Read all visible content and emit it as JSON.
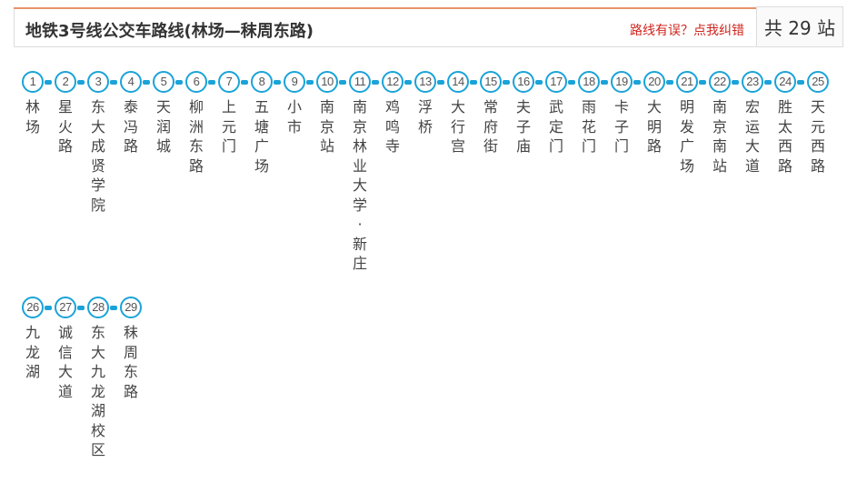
{
  "header": {
    "title": "地铁3号线公交车路线(林场—秣周东路)",
    "report_link": "路线有误？点我纠错",
    "station_count": "共 29 站"
  },
  "colors": {
    "accent": "#e8936a",
    "line": "#1aa3d8",
    "link": "#d0241d"
  },
  "stations": [
    {
      "num": "1",
      "name": "林场"
    },
    {
      "num": "2",
      "name": "星火路"
    },
    {
      "num": "3",
      "name": "东大成贤学院"
    },
    {
      "num": "4",
      "name": "泰冯路"
    },
    {
      "num": "5",
      "name": "天润城"
    },
    {
      "num": "6",
      "name": "柳洲东路"
    },
    {
      "num": "7",
      "name": "上元门"
    },
    {
      "num": "8",
      "name": "五塘广场"
    },
    {
      "num": "9",
      "name": "小市"
    },
    {
      "num": "10",
      "name": "南京站"
    },
    {
      "num": "11",
      "name": "南京林业大学·新庄"
    },
    {
      "num": "12",
      "name": "鸡鸣寺"
    },
    {
      "num": "13",
      "name": "浮桥"
    },
    {
      "num": "14",
      "name": "大行宫"
    },
    {
      "num": "15",
      "name": "常府街"
    },
    {
      "num": "16",
      "name": "夫子庙"
    },
    {
      "num": "17",
      "name": "武定门"
    },
    {
      "num": "18",
      "name": "雨花门"
    },
    {
      "num": "19",
      "name": "卡子门"
    },
    {
      "num": "20",
      "name": "大明路"
    },
    {
      "num": "21",
      "name": "明发广场"
    },
    {
      "num": "22",
      "name": "南京南站"
    },
    {
      "num": "23",
      "name": "宏运大道"
    },
    {
      "num": "24",
      "name": "胜太西路"
    },
    {
      "num": "25",
      "name": "天元西路"
    },
    {
      "num": "26",
      "name": "九龙湖"
    },
    {
      "num": "27",
      "name": "诚信大道"
    },
    {
      "num": "28",
      "name": "东大九龙湖校区"
    },
    {
      "num": "29",
      "name": "秣周东路"
    }
  ]
}
